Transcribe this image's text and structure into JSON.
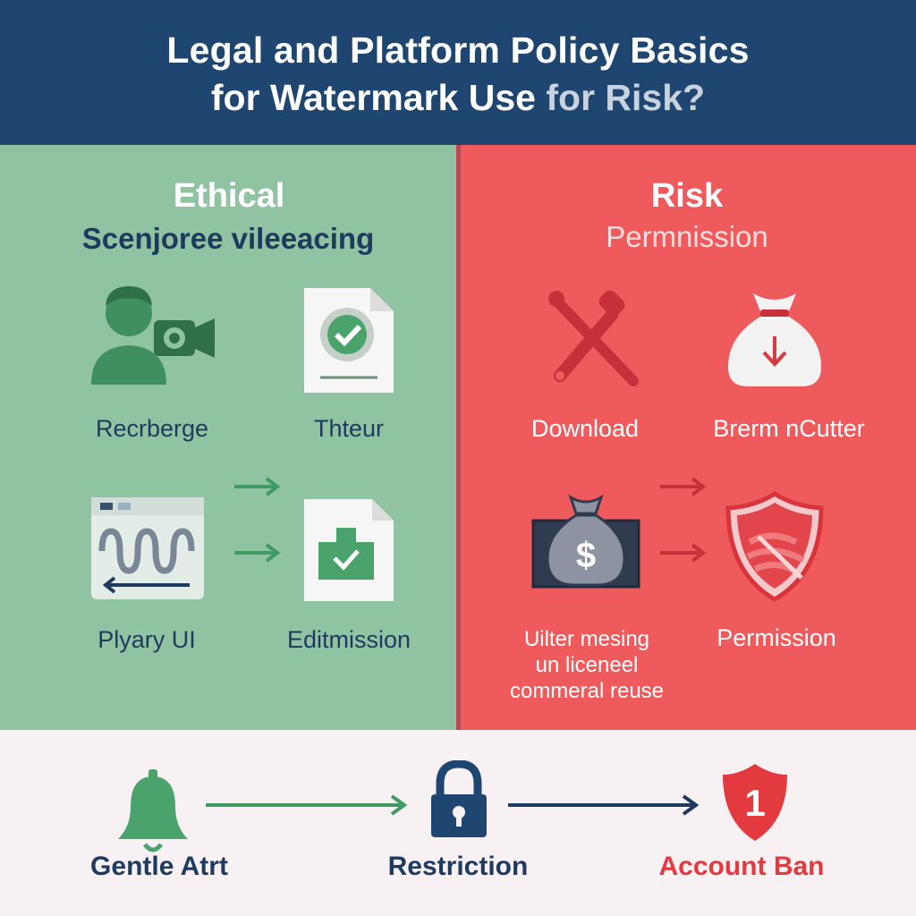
{
  "header": {
    "line1": "Legal and Platform Policy Basics",
    "line2_main": "for Watermark Use",
    "line2_muted": "for  Risk?"
  },
  "left_panel": {
    "title": "Ethical",
    "subtitle": "Scenjoree vileeacing",
    "items": [
      {
        "label": "Recrberge",
        "icon": "person-camera-icon"
      },
      {
        "label": "Thteur",
        "icon": "checked-document-icon"
      },
      {
        "label": "Plyary UI",
        "icon": "waveform-window-icon"
      },
      {
        "label": "Editmission",
        "icon": "download-file-icon"
      }
    ]
  },
  "right_panel": {
    "title": "Risk",
    "subtitle": "Permnission",
    "items": [
      {
        "label": "Download",
        "icon": "crossed-tools-icon"
      },
      {
        "label": "Brerm nCutter",
        "icon": "money-bag-download-icon"
      },
      {
        "label_lines": [
          "Uilter mesing",
          "un liceneel",
          "commeral reuse"
        ],
        "icon": "money-bag-icon"
      },
      {
        "label": "Permission",
        "icon": "shield-icon"
      }
    ]
  },
  "footer": {
    "steps": [
      {
        "label": "Gentle Atrt",
        "icon": "bell-icon"
      },
      {
        "label": "Restriction",
        "icon": "lock-icon"
      },
      {
        "label": "Account Ban",
        "icon": "warning-shield-icon",
        "badge": "1"
      }
    ]
  },
  "colors": {
    "header_bg": "#1f4670",
    "ethical_bg": "#8fc3a2",
    "risk_bg": "#ef5b5d",
    "green_accent": "#3f9a63",
    "red_accent": "#d93a3f",
    "navy_text": "#1f3a5f"
  }
}
